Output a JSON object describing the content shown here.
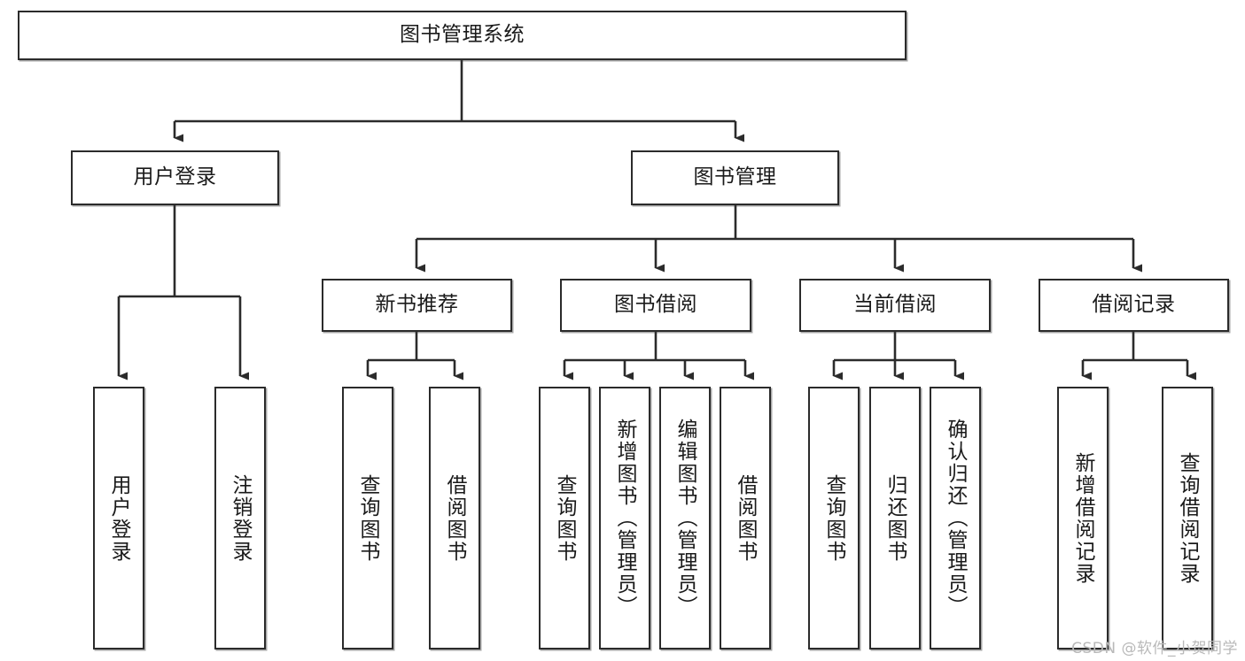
{
  "diagram": {
    "type": "tree-hierarchy",
    "title": "图书管理系统",
    "orientation": "top-down",
    "colors": {
      "box_border": "#2b2b2b",
      "box_fill": "#ffffff",
      "connector": "#2b2b2b",
      "text": "#1a1a1a",
      "watermark": "#b9b9b9"
    },
    "nodes": {
      "root": {
        "label": "图书管理系统"
      },
      "level2": [
        {
          "id": "user-login",
          "label": "用户登录"
        },
        {
          "id": "book-management",
          "label": "图书管理"
        }
      ],
      "level3": [
        {
          "id": "new-book-recommend",
          "label": "新书推荐"
        },
        {
          "id": "book-borrow",
          "label": "图书借阅"
        },
        {
          "id": "current-borrow",
          "label": "当前借阅"
        },
        {
          "id": "borrow-record",
          "label": "借阅记录"
        }
      ],
      "leaves": {
        "user_login": [
          {
            "id": "leaf-user-login",
            "label": "用户登录"
          },
          {
            "id": "leaf-logout-login",
            "label": "注销登录"
          }
        ],
        "new_book_recommend": [
          {
            "id": "leaf-query-book-1",
            "label": "查询图书"
          },
          {
            "id": "leaf-borrow-book-1",
            "label": "借阅图书"
          }
        ],
        "book_borrow": [
          {
            "id": "leaf-query-book-2",
            "label": "查询图书"
          },
          {
            "id": "leaf-add-book",
            "label": "新增图书（管理员）"
          },
          {
            "id": "leaf-edit-book",
            "label": "编辑图书（管理员）"
          },
          {
            "id": "leaf-borrow-book-2",
            "label": "借阅图书"
          }
        ],
        "current_borrow": [
          {
            "id": "leaf-query-book-3",
            "label": "查询图书"
          },
          {
            "id": "leaf-return-book",
            "label": "归还图书"
          },
          {
            "id": "leaf-confirm-return",
            "label": "确认归还（管理员）"
          }
        ],
        "borrow_record": [
          {
            "id": "leaf-add-record",
            "label": "新增借阅记录"
          },
          {
            "id": "leaf-query-record",
            "label": "查询借阅记录"
          }
        ]
      }
    },
    "watermark": "CSDN @软件_小贺同学"
  }
}
